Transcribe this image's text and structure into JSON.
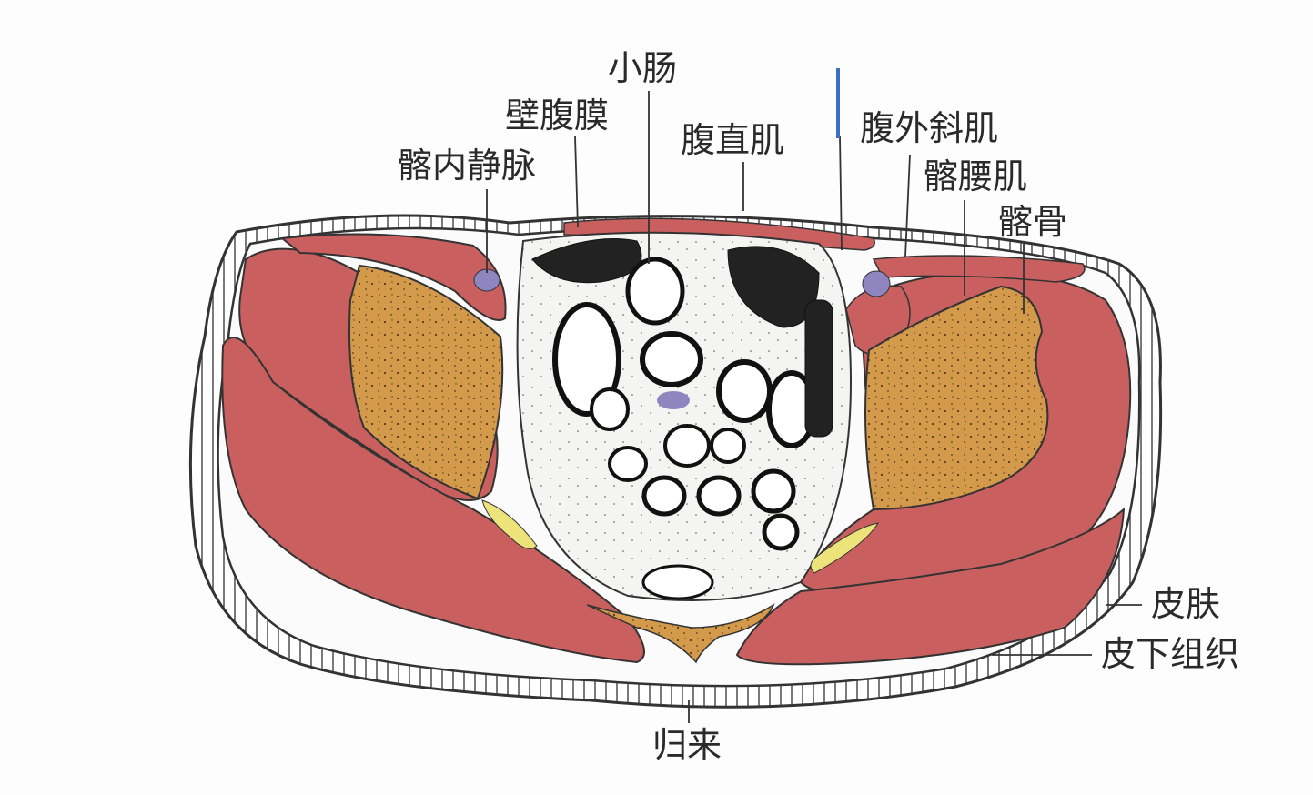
{
  "title": "骨盆横断面 归来穴",
  "labels": {
    "small_intestine": "小肠",
    "parietal_peritoneum": "壁腹膜",
    "rectus_abdominis": "腹直肌",
    "internal_iliac_vein": "髂内静脉",
    "external_oblique": "腹外斜肌",
    "iliopsoas": "髂腰肌",
    "ilium": "髂骨",
    "skin": "皮肤",
    "subcutaneous_tissue": "皮下组织",
    "acupoint": "归来"
  },
  "colors": {
    "muscle": "#c9605f",
    "bone": "#d39a4c",
    "vein": "#8f86c0",
    "nerve": "#ece47a",
    "needle": "#3a6fc8"
  }
}
